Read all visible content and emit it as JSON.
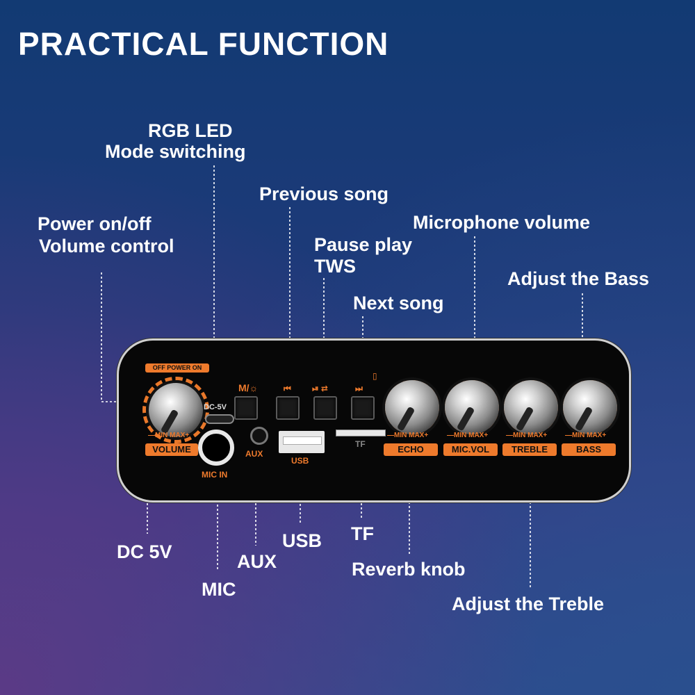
{
  "title": "PRACTICAL FUNCTION",
  "callouts": {
    "rgb_led": "RGB LED",
    "mode_switching": "Mode switching",
    "previous_song": "Previous song",
    "power_onoff": "Power on/off",
    "volume_control": "Volume control",
    "microphone_volume": "Microphone volume",
    "pause_play": "Pause play",
    "tws": "TWS",
    "adjust_bass": "Adjust the Bass",
    "next_song": "Next song",
    "dc5v": "DC 5V",
    "aux": "AUX",
    "usb": "USB",
    "tf": "TF",
    "mic": "MIC",
    "reverb_knob": "Reverb knob",
    "adjust_treble": "Adjust the Treble"
  },
  "panel": {
    "power_label": "OFF POWER ON",
    "dc_port_label": "DC-5V",
    "mode_icon": "M/☼",
    "prev_icon": "⏮",
    "play_icon": "⏯ ⇄",
    "next_icon": "⏭",
    "tf_icon": "▯",
    "min_max": "—MIN  MAX+",
    "volume_tag": "VOLUME",
    "mic_in": "MIC IN",
    "aux_label": "AUX",
    "usb_label": "USB",
    "tf_label": "TF",
    "echo_tag": "ECHO",
    "micvol_tag": "MIC.VOL",
    "treble_tag": "TREBLE",
    "bass_tag": "BASS"
  },
  "colors": {
    "accent": "#ee7a2c",
    "panel": "#070707"
  }
}
